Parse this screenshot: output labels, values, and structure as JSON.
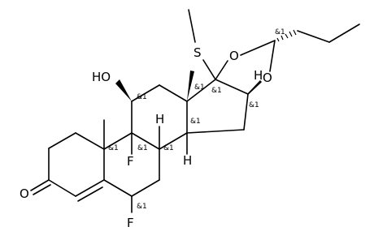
{
  "atoms": {
    "ho": "HO",
    "o_ring_top": "O",
    "o_ring_right": "O",
    "s": "S",
    "f_9": "F",
    "f_6": "F",
    "o_ketone": "O",
    "h_8": "H",
    "h_14": "H",
    "h_16": "H"
  },
  "stereo": {
    "c11": "&1",
    "c13": "&1",
    "c17": "&1",
    "c16": "&1",
    "c22": "&1",
    "c14": "&1",
    "c8": "&1",
    "c9": "&1",
    "c10": "&1",
    "c6": "&1"
  }
}
